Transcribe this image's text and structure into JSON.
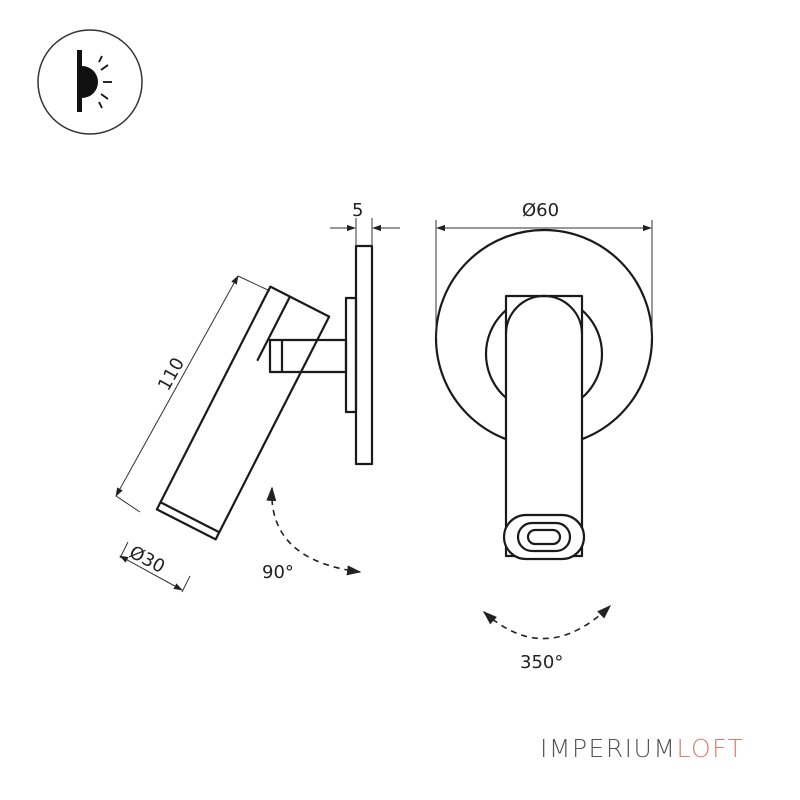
{
  "dimensions": {
    "thickness": "5",
    "diameter_plate": "Ø60",
    "length": "110",
    "diameter_body": "Ø30",
    "tilt_angle": "90°",
    "rotation_angle": "350°"
  },
  "brand": {
    "part1": "IMPERIUM",
    "part2": "LOFT",
    "color1": "#555555",
    "color2": "#e07b6c"
  },
  "icon": {
    "name": "wall-light-icon"
  }
}
